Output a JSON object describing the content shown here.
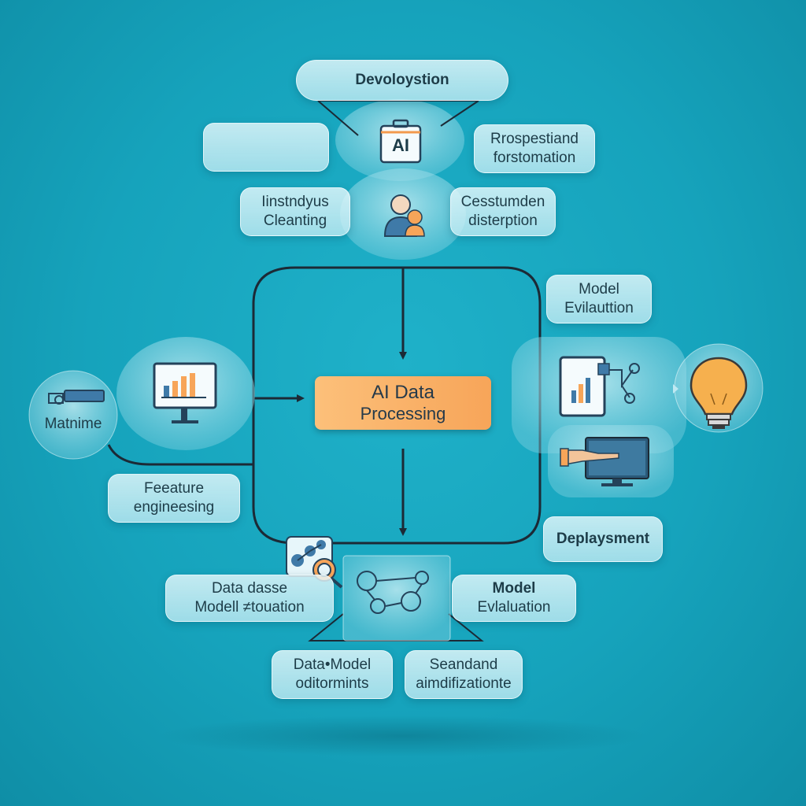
{
  "top_pill": {
    "label": "Devoloystion"
  },
  "ai_badge": {
    "label": "AI"
  },
  "nodes": {
    "rospestiand": [
      "Rrospestiand",
      "forstomation"
    ],
    "cleaning": [
      "Iinstndyus",
      "Cleanting"
    ],
    "cesstumden": [
      "Cesstumden",
      "disterption"
    ],
    "model_eval_top": [
      "Model",
      "Evilauttion"
    ],
    "matnime": "Matnime",
    "feature_eng": [
      "Feeature",
      "engineesing"
    ],
    "deployment": "Deplaysment",
    "data_dasse": [
      "Data dasse",
      "Modell ≠touation"
    ],
    "model_eval_bottom": [
      "Model",
      "Evlaluation"
    ],
    "data_model": [
      "Data•Model",
      "oditormints"
    ],
    "seandand": [
      "Seandand",
      "aimdifizationte"
    ]
  },
  "center_node": {
    "line1": "AI Data",
    "line2": "Processing"
  },
  "colors": {
    "background": "#16a3bc",
    "accent_orange": "#f7a559",
    "line": "#1c2a36",
    "bulb": "#f6b04e"
  }
}
